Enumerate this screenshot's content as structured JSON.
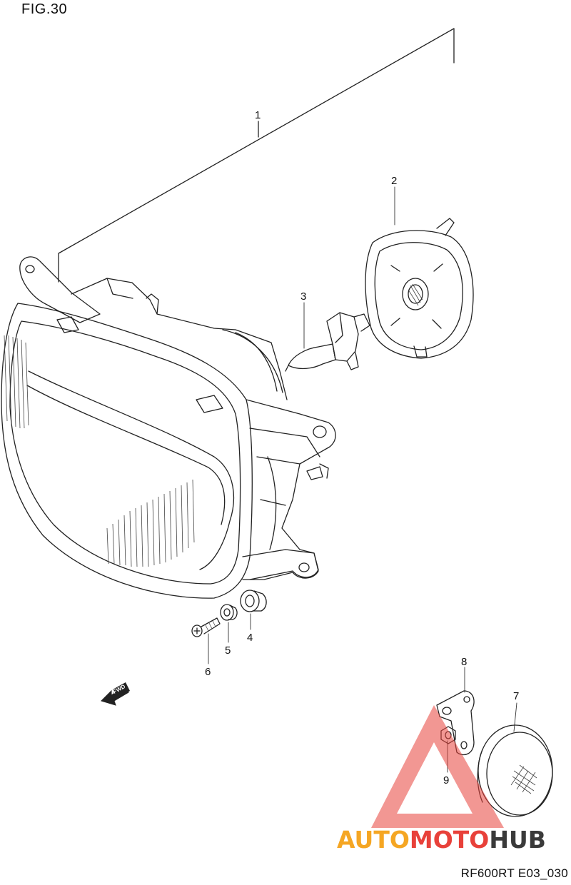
{
  "figure": {
    "title": "FIG.30",
    "reference_code": "RF600RT E03_030"
  },
  "callouts": [
    "1",
    "2",
    "3",
    "4",
    "5",
    "6",
    "7",
    "8",
    "9"
  ],
  "fwd_label": "FWD",
  "watermark": {
    "text_part1": "AUTO",
    "text_part2": "MOTO",
    "text_part3": "HUB",
    "color_part1": "#f5a623",
    "color_part2": "#e8413a",
    "color_part3": "#3a3a3a",
    "logo_color": "#e8413a"
  }
}
